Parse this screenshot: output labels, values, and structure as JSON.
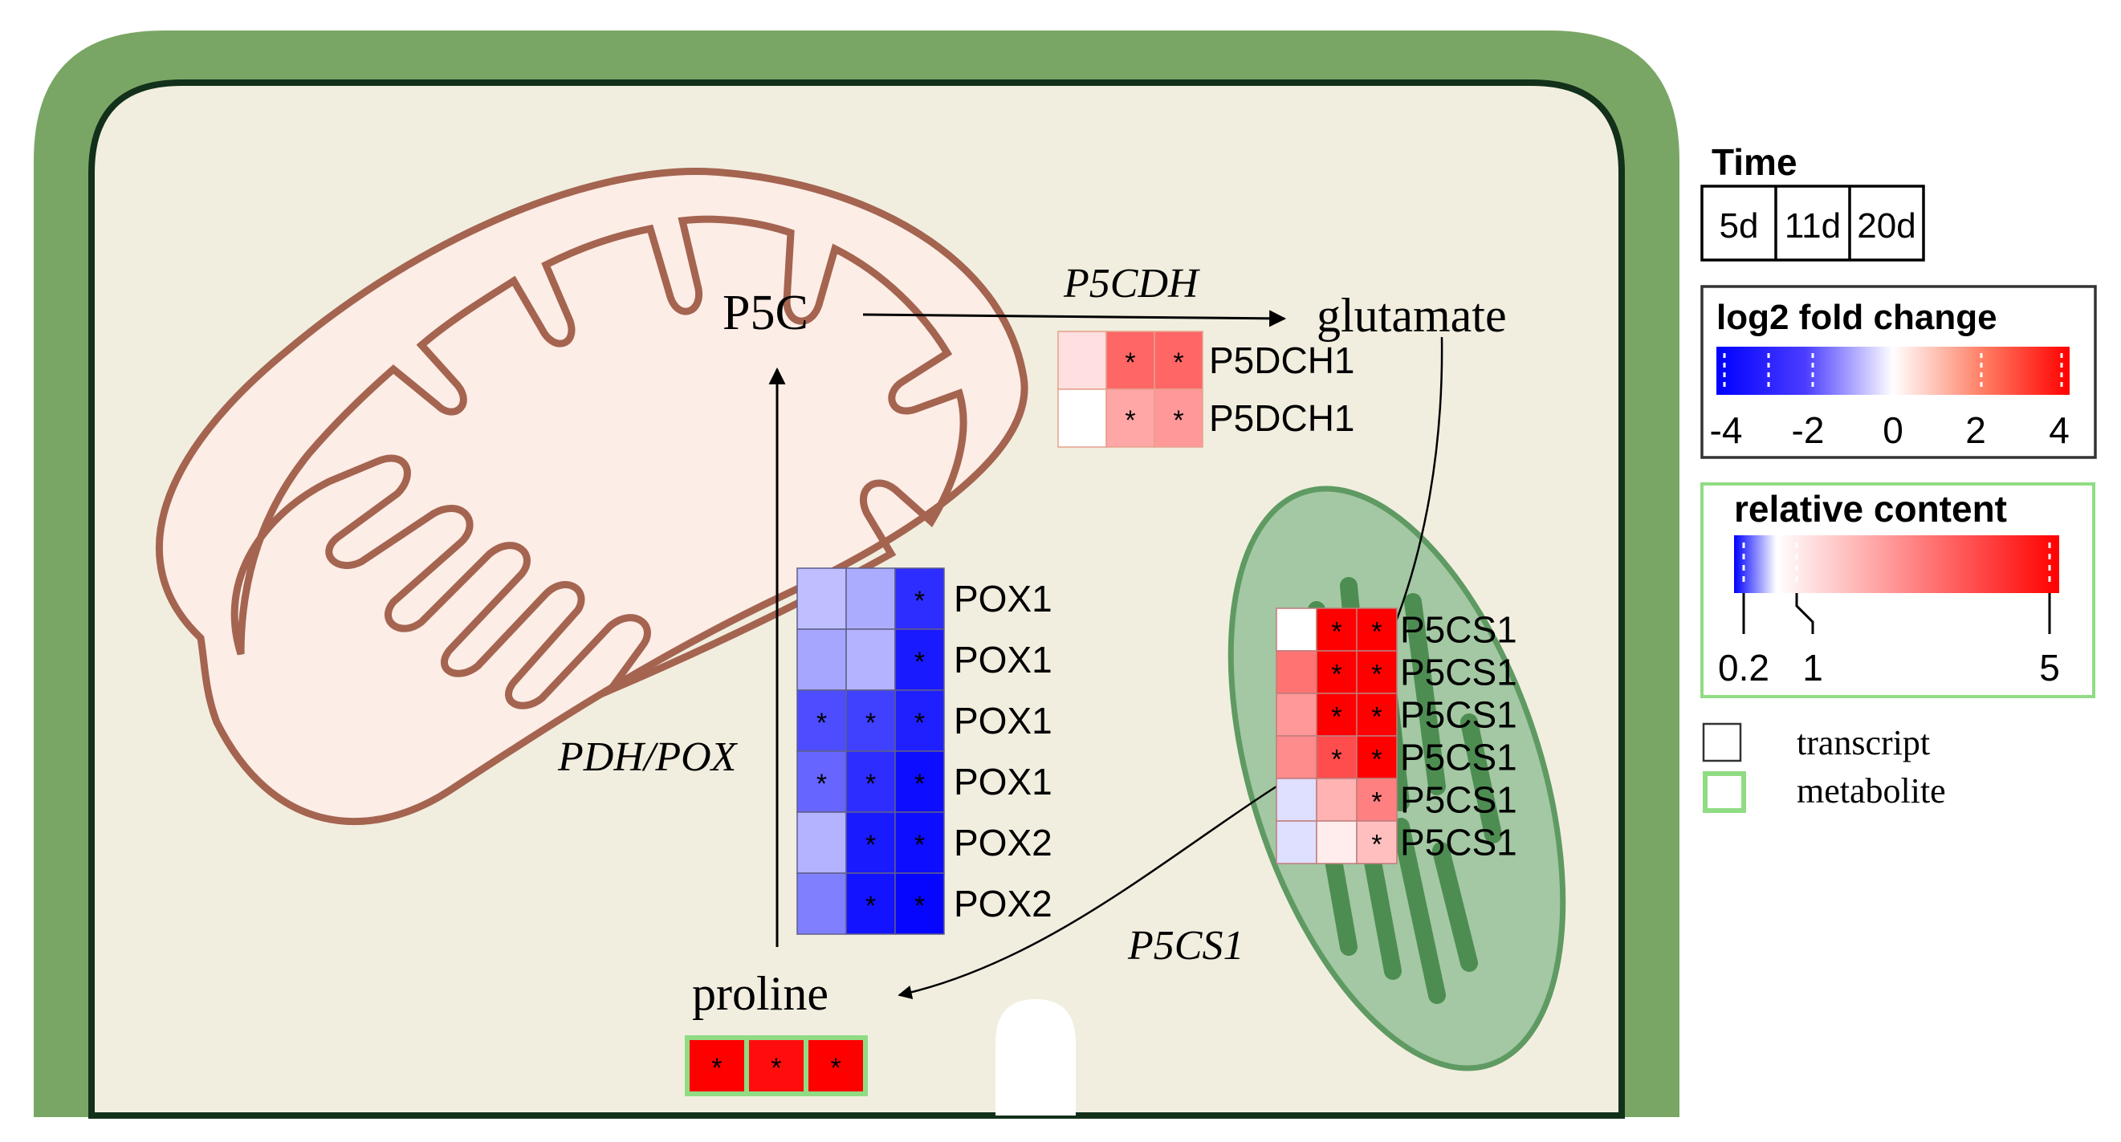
{
  "labels": {
    "p5c": "P5C",
    "glutamate": "glutamate",
    "proline": "proline",
    "enzyme_p5cdh": "P5CDH",
    "enzyme_pdh_pox": "PDH/POX",
    "enzyme_p5cs1": "P5CS1"
  },
  "legend": {
    "time_title": "Time",
    "time_points": [
      "5d",
      "11d",
      "20d"
    ],
    "fold_change_title": "log2 fold change",
    "fold_change_ticks": [
      "-4",
      "-2",
      "0",
      "2",
      "4"
    ],
    "relative_content_title": "relative content",
    "relative_content_ticks": [
      "0.2",
      "1",
      "5"
    ],
    "transcript_label": "transcript",
    "metabolite_label": "metabolite"
  },
  "colors": {
    "cell_wall": "#7aa665",
    "cell_membrane": "#12301a",
    "cytoplasm": "#f1eedf",
    "mitochondrion_fill": "#fcede6",
    "mitochondrion_line": "#a46450",
    "chloroplast_fill": "#a3c8a3",
    "chloroplast_line": "#5e9a62",
    "thylakoid": "#4e8d52",
    "scale_negative": "#0000ff",
    "scale_zero": "#ffffff",
    "scale_positive": "#ff0000",
    "metabolite_border": "#90dc84"
  },
  "heatmaps": {
    "p5cdh": {
      "rows": [
        {
          "gene": "P5DCH1",
          "values": [
            0.5,
            2.4,
            2.4
          ],
          "sig": [
            false,
            true,
            true
          ]
        },
        {
          "gene": "P5DCH1",
          "values": [
            0.0,
            1.4,
            1.6
          ],
          "sig": [
            false,
            true,
            true
          ]
        }
      ]
    },
    "pox": {
      "rows": [
        {
          "gene": "POX1",
          "values": [
            -1.0,
            -1.3,
            -3.3
          ],
          "sig": [
            false,
            false,
            true
          ]
        },
        {
          "gene": "POX1",
          "values": [
            -1.4,
            -1.2,
            -3.6
          ],
          "sig": [
            false,
            false,
            true
          ]
        },
        {
          "gene": "POX1",
          "values": [
            -2.8,
            -3.0,
            -3.5
          ],
          "sig": [
            true,
            true,
            true
          ]
        },
        {
          "gene": "POX1",
          "values": [
            -2.4,
            -3.3,
            -3.8
          ],
          "sig": [
            true,
            true,
            true
          ]
        },
        {
          "gene": "POX2",
          "values": [
            -1.2,
            -3.6,
            -3.8
          ],
          "sig": [
            false,
            true,
            true
          ]
        },
        {
          "gene": "POX2",
          "values": [
            -2.0,
            -3.7,
            -3.9
          ],
          "sig": [
            false,
            true,
            true
          ]
        }
      ]
    },
    "p5cs1": {
      "rows": [
        {
          "gene": "P5CS1",
          "values": [
            0.0,
            4.0,
            4.0
          ],
          "sig": [
            false,
            true,
            true
          ]
        },
        {
          "gene": "P5CS1",
          "values": [
            2.2,
            4.0,
            4.0
          ],
          "sig": [
            false,
            true,
            true
          ]
        },
        {
          "gene": "P5CS1",
          "values": [
            1.6,
            4.0,
            4.0
          ],
          "sig": [
            false,
            true,
            true
          ]
        },
        {
          "gene": "P5CS1",
          "values": [
            1.8,
            2.8,
            4.0
          ],
          "sig": [
            false,
            true,
            true
          ]
        },
        {
          "gene": "P5CS1",
          "values": [
            -0.5,
            1.2,
            2.0
          ],
          "sig": [
            false,
            false,
            true
          ]
        },
        {
          "gene": "P5CS1",
          "values": [
            -0.5,
            0.3,
            1.0
          ],
          "sig": [
            false,
            false,
            true
          ]
        }
      ]
    },
    "proline": {
      "values": [
        5.0,
        4.6,
        5.0
      ],
      "sig": [
        true,
        true,
        true
      ]
    }
  }
}
